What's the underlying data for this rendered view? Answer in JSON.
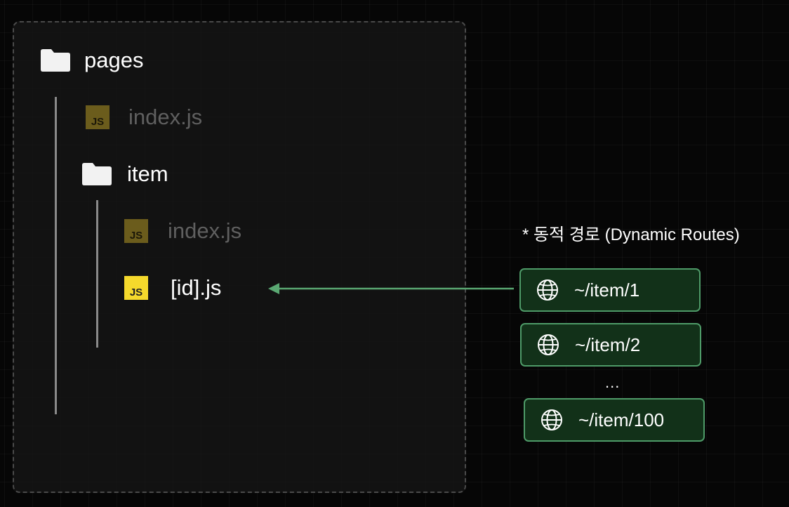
{
  "tree": {
    "root_folder": "pages",
    "root_index": "index.js",
    "sub_folder": "item",
    "sub_index": "index.js",
    "dynamic_file": "[id].js",
    "js_badge": "JS"
  },
  "routes": {
    "note": "* 동적 경로 (Dynamic Routes)",
    "items": [
      "~/item/1",
      "~/item/2",
      "~/item/100"
    ],
    "ellipsis": "..."
  },
  "colors": {
    "background": "#060606",
    "panel": "#161616",
    "js_bright": "#f5d92c",
    "js_dim": "#6b5c1c",
    "route_border": "#4e9b68",
    "route_fill": "#123119",
    "arrow": "#5aa872"
  },
  "icons": {
    "folder": "folder-icon",
    "js": "js-file-icon",
    "globe": "globe-icon",
    "arrow": "arrow-left-icon"
  }
}
